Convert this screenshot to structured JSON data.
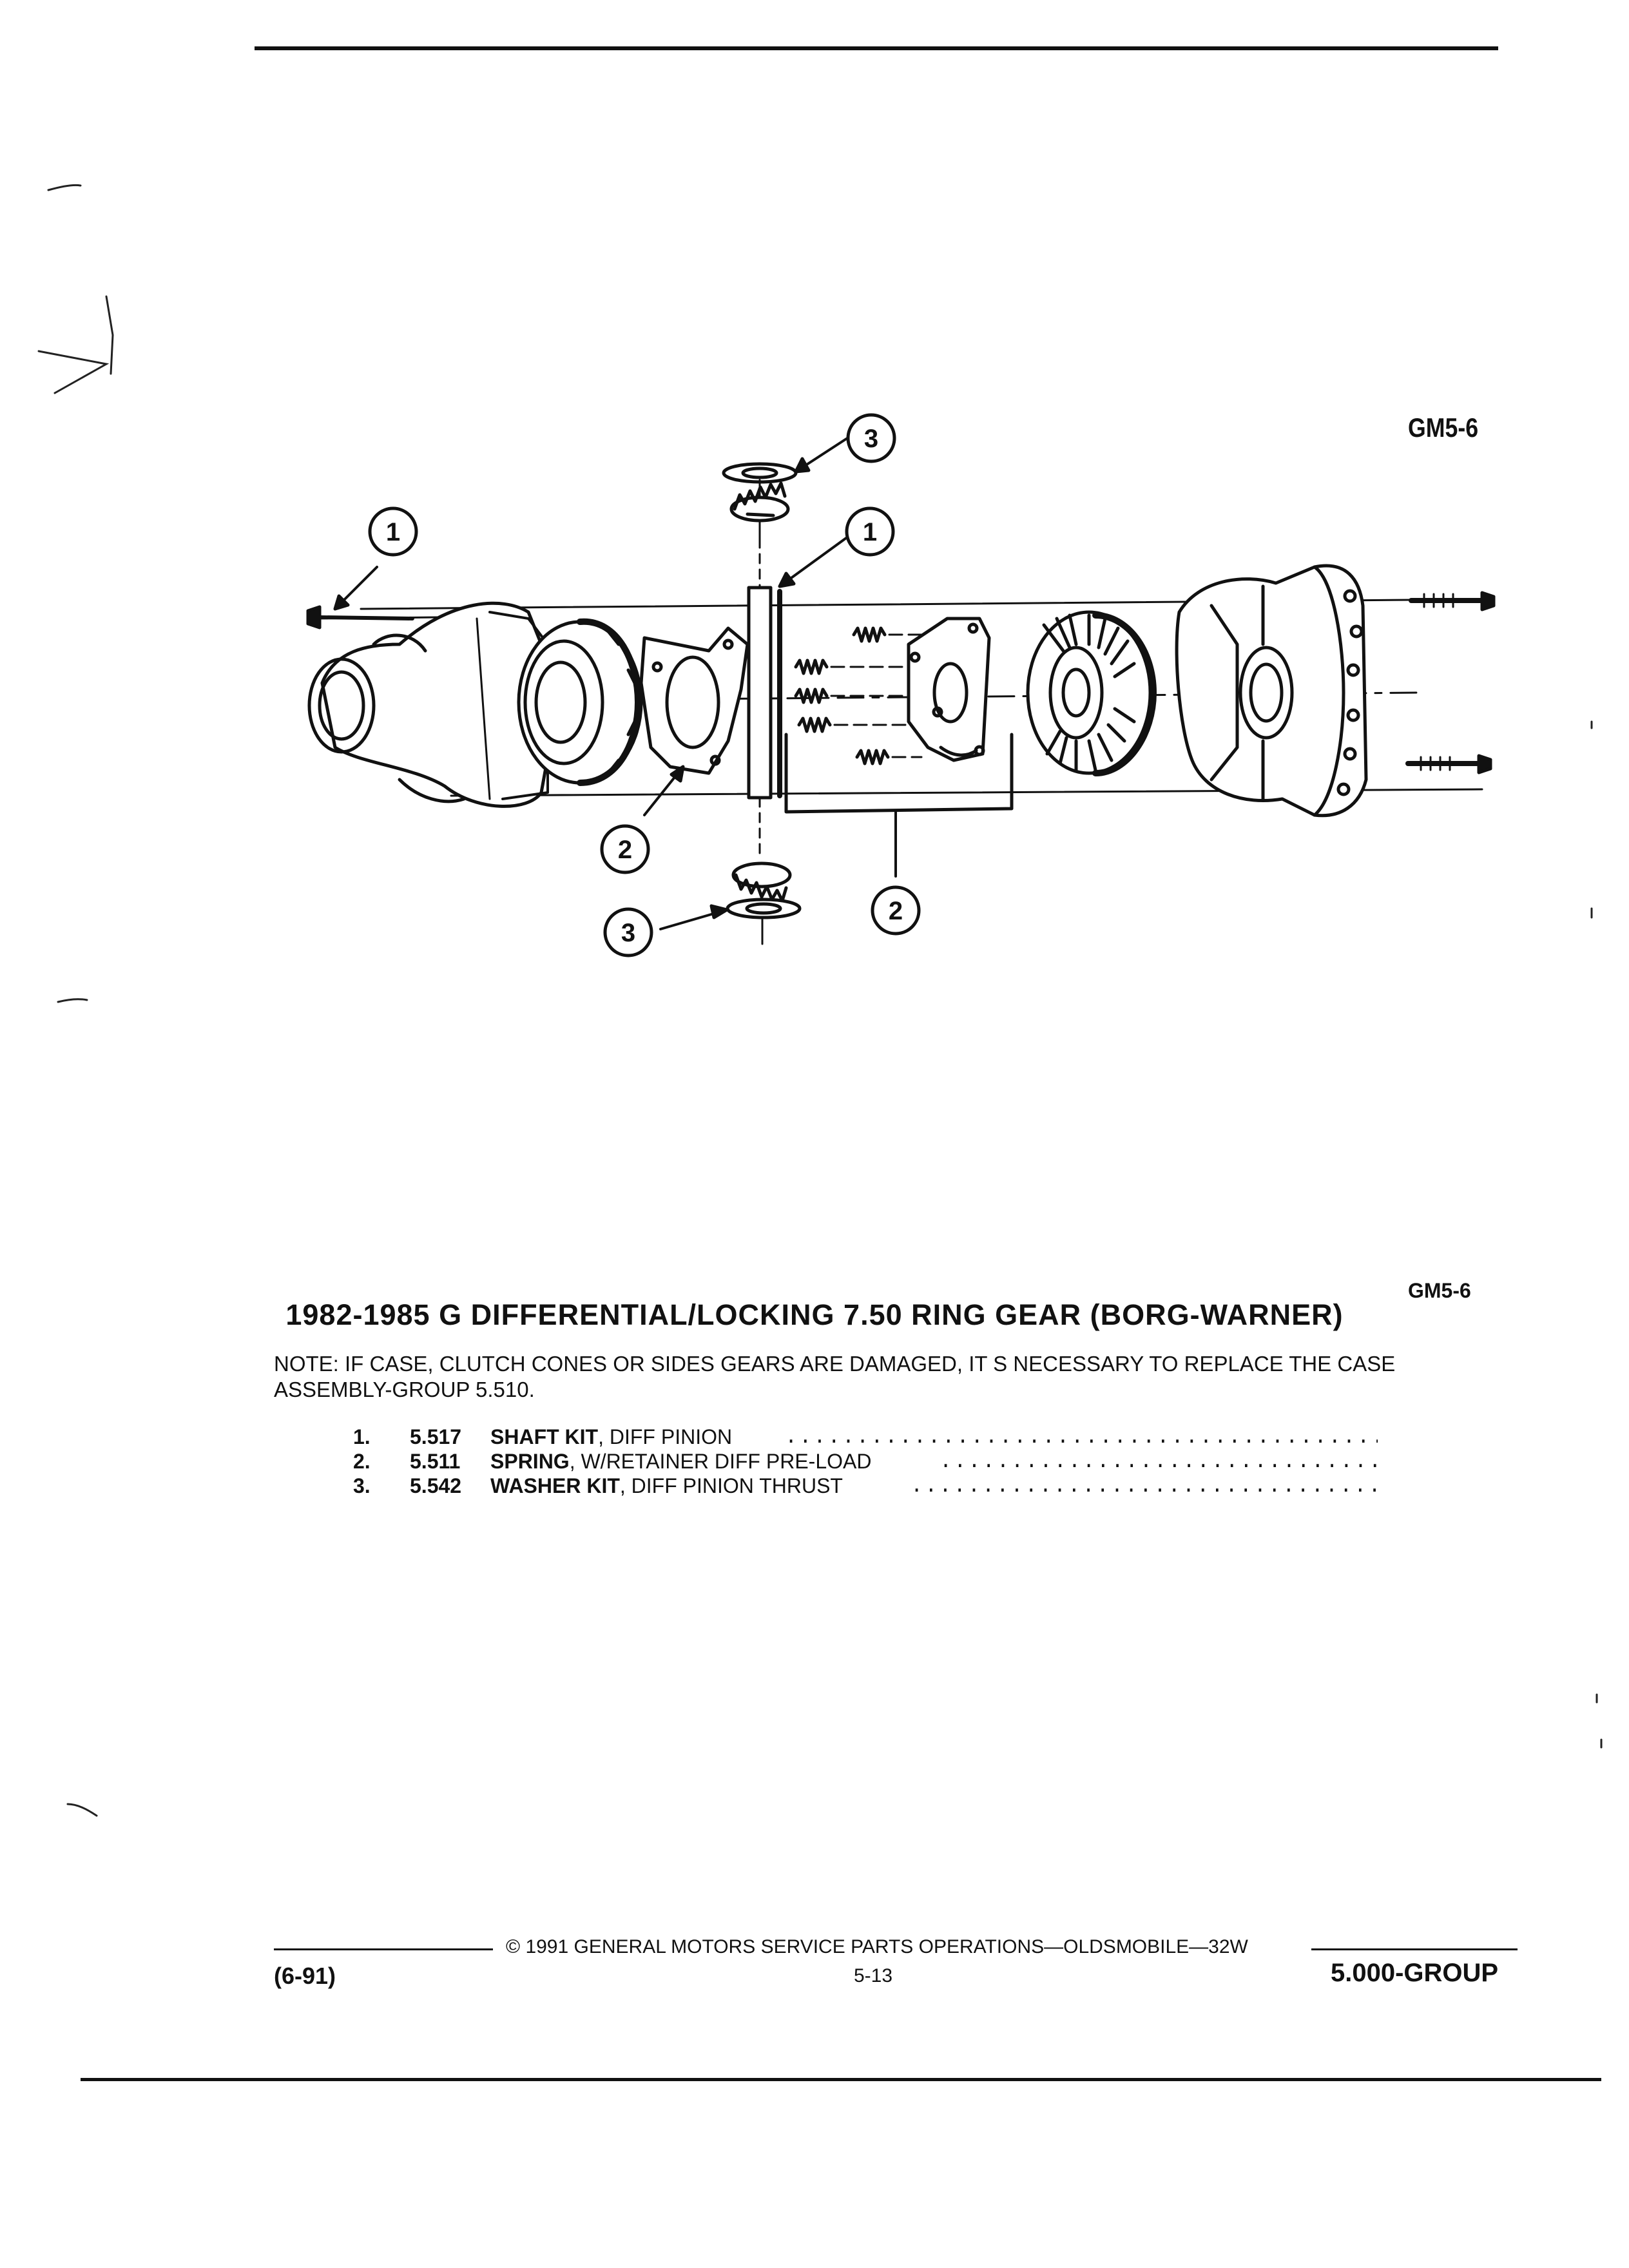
{
  "figure_code_top": "GM5-6",
  "figure_code_bottom": "GM5-6",
  "callouts": [
    "1",
    "1",
    "2",
    "2",
    "3",
    "3"
  ],
  "title": "1982-1985 G DIFFERENTIAL/LOCKING 7.50 RING GEAR (BORG-WARNER)",
  "note_line1": "NOTE:  IF CASE, CLUTCH CONES OR SIDES GEARS ARE DAMAGED, IT S NECESSARY TO REPLACE THE CASE",
  "note_line2": "ASSEMBLY-GROUP 5.510.",
  "parts": [
    {
      "num": "1.",
      "group": "5.517",
      "name": "SHAFT KIT",
      "desc": ", DIFF PINION"
    },
    {
      "num": "2.",
      "group": "5.511",
      "name": "SPRING",
      "desc": ", W/RETAINER DIFF PRE-LOAD"
    },
    {
      "num": "3.",
      "group": "5.542",
      "name": "WASHER KIT",
      "desc": ", DIFF PINION THRUST"
    }
  ],
  "leader_dots": "..................................................................................",
  "footer": {
    "date": "(6-91)",
    "copyright": "©  1991  GENERAL MOTORS SERVICE PARTS OPERATIONS—OLDSMOBILE—32W",
    "page": "5-13",
    "group": "5.000-GROUP"
  }
}
